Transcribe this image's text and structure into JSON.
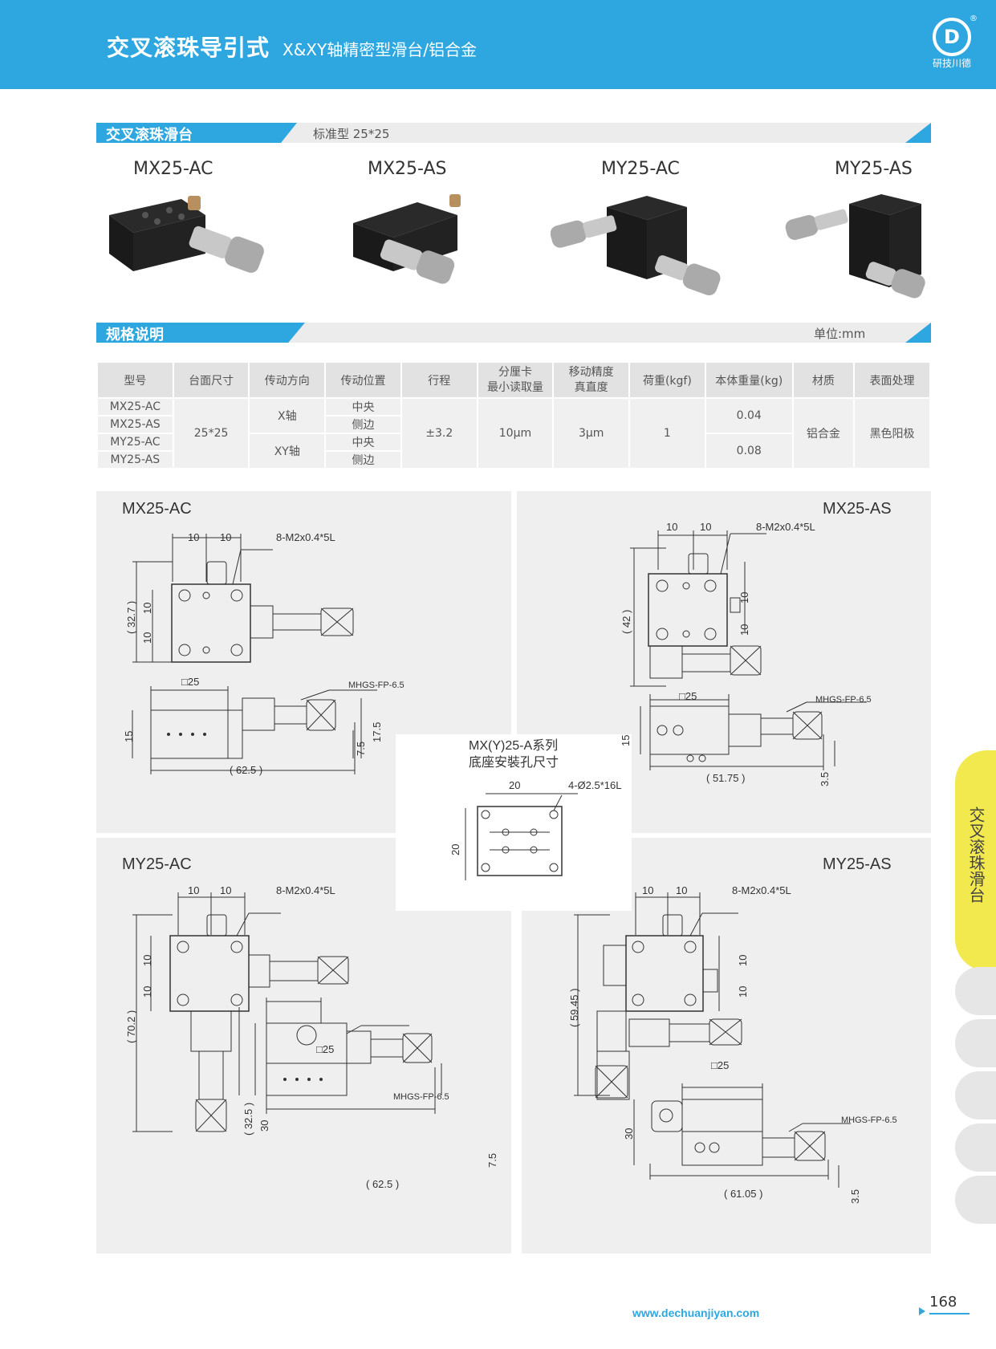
{
  "header": {
    "title": "交叉滚珠导引式",
    "subtitle": "X&XY轴精密型滑台/铝合金",
    "logo_text": "研技川德",
    "logo_reg": "®"
  },
  "section1": {
    "tag": "交叉滚珠滑台",
    "note": "标准型 25*25"
  },
  "products": [
    "MX25-AC",
    "MX25-AS",
    "MY25-AC",
    "MY25-AS"
  ],
  "section2": {
    "tag": "规格说明",
    "unit": "单位:mm"
  },
  "spec": {
    "headers": [
      "型号",
      "台面尺寸",
      "传动方向",
      "传动位置",
      "行程",
      "分厘卡\n最小读取量",
      "移动精度\n真直度",
      "荷重(kgf)",
      "本体重量(kg)",
      "材质",
      "表面处理"
    ],
    "models": [
      "MX25-AC",
      "MX25-AS",
      "MY25-AC",
      "MY25-AS"
    ],
    "size": "25*25",
    "dir_x": "X轴",
    "dir_xy": "XY轴",
    "positions": [
      "中央",
      "侧边",
      "中央",
      "侧边"
    ],
    "stroke": "±3.2",
    "reading": "10μm",
    "accuracy": "3μm",
    "load": "1",
    "weight_x": "0.04",
    "weight_xy": "0.08",
    "material": "铝合金",
    "finish": "黑色阳极"
  },
  "drawings": {
    "mx25ac": {
      "title": "MX25-AC",
      "d10a": "10",
      "d10b": "10",
      "hole": "8-M2x0.4*5L",
      "h327": "( 32.7 )",
      "v10a": "10",
      "v10b": "10",
      "sq": "□25",
      "mhgs": "MHGS-FP-6.5",
      "h15": "15",
      "h175": "17.5",
      "h75": "7.5",
      "w625": "( 62.5 )"
    },
    "mx25as": {
      "title": "MX25-AS",
      "d10a": "10",
      "d10b": "10",
      "hole": "8-M2x0.4*5L",
      "h42": "( 42 )",
      "v10a": "10",
      "v10b": "10",
      "sq": "□25",
      "mhgs": "MHGS-FP-6.5",
      "h15": "15",
      "w5175": "( 51.75 )",
      "h35": "3.5"
    },
    "base": {
      "title1": "MX(Y)25-A系列",
      "title2": "底座安裝孔尺寸",
      "w20": "20",
      "holes": "4-Ø2.5*16L",
      "h20": "20"
    },
    "my25ac": {
      "title": "MY25-AC",
      "d10a": "10",
      "d10b": "10",
      "hole": "8-M2x0.4*5L",
      "h702": "( 70.2 )",
      "v10a": "10",
      "v10b": "10",
      "sq": "□25",
      "mhgs": "MHGS-FP-6.5",
      "h325": "( 32.5 )",
      "h30": "30",
      "h75": "7.5",
      "w625": "( 62.5 )"
    },
    "my25as": {
      "title": "MY25-AS",
      "d10a": "10",
      "d10b": "10",
      "hole": "8-M2x0.4*5L",
      "h5945": "( 59.45 )",
      "v10a": "10",
      "v10b": "10",
      "sq": "□25",
      "mhgs": "MHGS-FP-6.5",
      "h30": "30",
      "w6105": "( 61.05 )",
      "h35": "3.5"
    }
  },
  "side_tab": "交叉滚珠滑台",
  "footer": {
    "url": "www.dechuanjiyan.com",
    "page": "168"
  },
  "colors": {
    "brand": "#2ea7e0",
    "tab": "#f2e94e",
    "panel": "#efefef"
  }
}
